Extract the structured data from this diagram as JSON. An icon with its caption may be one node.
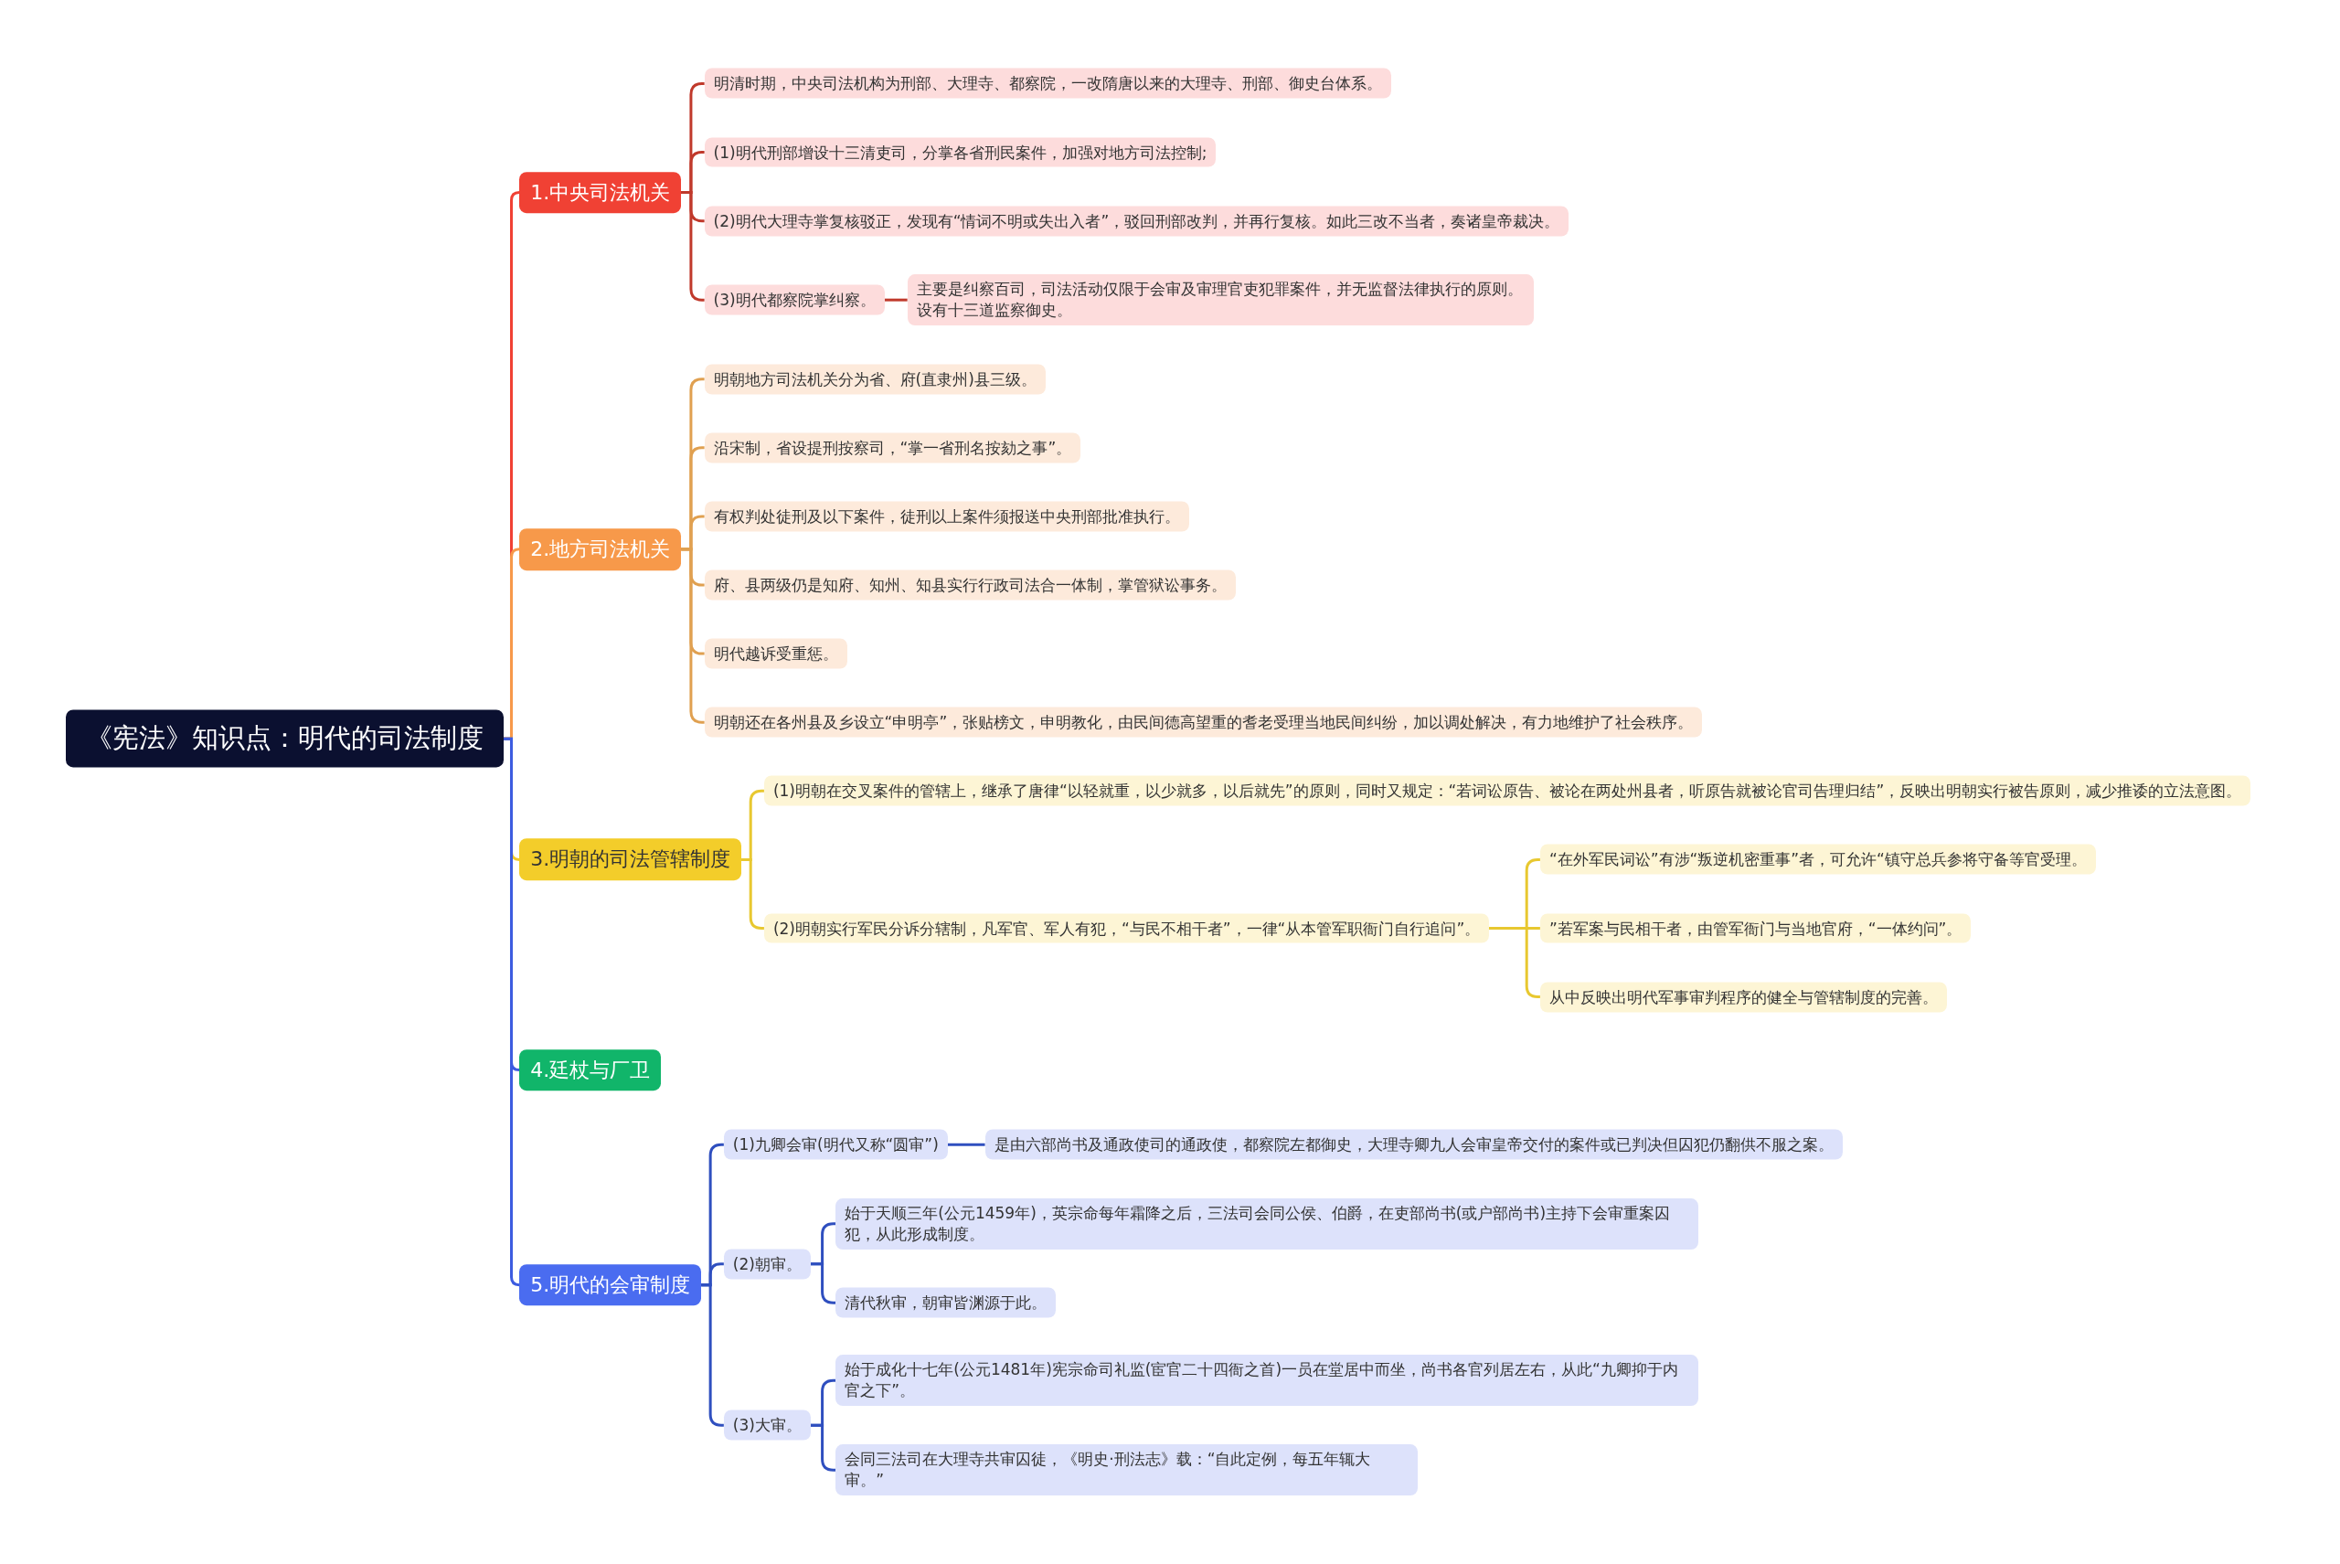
{
  "diagram": {
    "nodes": [
      {
        "text": [
          "《宪法》知识点：明代的司法制度"
        ]
      },
      {
        "text": [
          "1.中央司法机关"
        ]
      },
      {
        "text": [
          "明清时期，中央司法机构为刑部、大理寺、都察院，一改隋唐以来的大理寺、刑部、御史台体系。"
        ]
      },
      {
        "text": [
          "(1)明代刑部增设十三清吏司，分掌各省刑民案件，加强对地方司法控制;"
        ]
      },
      {
        "text": [
          "(2)明代大理寺掌复核驳正，发现有“情词不明或失出入者”，驳回刑部改判，并再行复核。如此三改不当者，奏诸皇帝裁决。"
        ]
      },
      {
        "text": [
          "(3)明代都察院掌纠察。"
        ]
      },
      {
        "text": [
          "主要是纠察百司，司法活动仅限于会审及审理官吏犯罪案件，并无监督法律执行的原则。设有十三道监察御史。"
        ]
      },
      {
        "text": [
          "2.地方司法机关"
        ]
      },
      {
        "text": [
          "明朝地方司法机关分为省、府(直隶州)县三级。"
        ]
      },
      {
        "text": [
          "沿宋制，省设提刑按察司，“掌一省刑名按劾之事”。"
        ]
      },
      {
        "text": [
          "有权判处徒刑及以下案件，徒刑以上案件须报送中央刑部批准执行。"
        ]
      },
      {
        "text": [
          "府、县两级仍是知府、知州、知县实行行政司法合一体制，掌管狱讼事务。"
        ]
      },
      {
        "text": [
          "明代越诉受重惩。"
        ]
      },
      {
        "text": [
          "明朝还在各州县及乡设立“申明亭”，张贴榜文，申明教化，由民间德高望重的耆老受理当地民间纠纷，加以调处解决，有力地维护了社会秩序。"
        ]
      },
      {
        "text": [
          "3.明朝的司法管辖制度"
        ]
      },
      {
        "text": [
          "(1)明朝在交叉案件的管辖上，继承了唐律“以轻就重，以少就多，以后就先”的原则，同时又规定：“若词讼原告、被论在两处州县者，听原告就被论官司告理归结”，反映出明朝实行被告原则，减少推诿的立法意图。"
        ]
      },
      {
        "text": [
          "(2)明朝实行军民分诉分辖制，凡军官、军人有犯，“与民不相干者”，一律“从本管军职衙门自行追问”。"
        ]
      },
      {
        "text": [
          "“在外军民词讼”有涉“叛逆机密重事”者，可允许“镇守总兵参将守备等官受理。"
        ]
      },
      {
        "text": [
          "”若军案与民相干者，由管军衙门与当地官府，“一体约问”。"
        ]
      },
      {
        "text": [
          "从中反映出明代军事审判程序的健全与管辖制度的完善。"
        ]
      },
      {
        "text": [
          "4.廷杖与厂卫"
        ]
      },
      {
        "text": [
          "5.明代的会审制度"
        ]
      },
      {
        "text": [
          "(1)九卿会审(明代又称“圆审”)"
        ]
      },
      {
        "text": [
          "是由六部尚书及通政使司的通政使，都察院左都御史，大理寺卿九人会审皇帝交付的案件或已判决但囚犯仍翻供不服之案。"
        ]
      },
      {
        "text": [
          "(2)朝审。"
        ]
      },
      {
        "text": [
          "始于天顺三年(公元1459年)，英宗命每年霜降之后，三法司会同公侯、伯爵，在吏部尚书(或户部尚书)主持下会审重案囚犯，从此形成制度。"
        ]
      },
      {
        "text": [
          "清代秋审，朝审皆渊源于此。"
        ]
      },
      {
        "text": [
          "(3)大审。"
        ]
      },
      {
        "text": [
          "始于成化十七年(公元1481年)宪宗命司礼监(宦官二十四衙之首)一员在堂居中而坐，尚书各官列居左右，从此“九卿抑于内官之下”。"
        ]
      },
      {
        "text": [
          "会同三法司在大理寺共审囚徒，《明史·刑法志》载：“自此定例，每五年辄大审。”"
        ]
      }
    ],
    "edges": [
      {
        "from": 0,
        "to": 1,
        "arrow": "none",
        "color": "#f04134"
      },
      {
        "from": 0,
        "to": 7,
        "arrow": "none",
        "color": "#f7994a"
      },
      {
        "from": 0,
        "to": 14,
        "arrow": "none",
        "color": "#f0c92a"
      },
      {
        "from": 0,
        "to": 20,
        "arrow": "none",
        "color": "#3d5ce0"
      },
      {
        "from": 0,
        "to": 21,
        "arrow": "none",
        "color": "#3d5ce0"
      },
      {
        "from": 1,
        "to": 2,
        "arrow": "none",
        "color": "#c0392b"
      },
      {
        "from": 1,
        "to": 3,
        "arrow": "none",
        "color": "#c0392b"
      },
      {
        "from": 1,
        "to": 4,
        "arrow": "none",
        "color": "#c0392b"
      },
      {
        "from": 1,
        "to": 5,
        "arrow": "none",
        "color": "#c0392b"
      },
      {
        "from": 5,
        "to": 6,
        "arrow": "none",
        "color": "#c0392b"
      },
      {
        "from": 7,
        "to": 8,
        "arrow": "none",
        "color": "#e0a050"
      },
      {
        "from": 7,
        "to": 9,
        "arrow": "none",
        "color": "#e0a050"
      },
      {
        "from": 7,
        "to": 10,
        "arrow": "none",
        "color": "#e0a050"
      },
      {
        "from": 7,
        "to": 11,
        "arrow": "none",
        "color": "#e0a050"
      },
      {
        "from": 7,
        "to": 12,
        "arrow": "none",
        "color": "#e0a050"
      },
      {
        "from": 7,
        "to": 13,
        "arrow": "none",
        "color": "#e0a050"
      },
      {
        "from": 14,
        "to": 15,
        "arrow": "none",
        "color": "#e8c830"
      },
      {
        "from": 14,
        "to": 16,
        "arrow": "none",
        "color": "#e8c830"
      },
      {
        "from": 16,
        "to": 17,
        "arrow": "none",
        "color": "#e8c830"
      },
      {
        "from": 16,
        "to": 18,
        "arrow": "none",
        "color": "#e8c830"
      },
      {
        "from": 16,
        "to": 19,
        "arrow": "none",
        "color": "#e8c830"
      },
      {
        "from": 21,
        "to": 22,
        "arrow": "none",
        "color": "#2f4fbf"
      },
      {
        "from": 22,
        "to": 23,
        "arrow": "none",
        "color": "#2f4fbf"
      },
      {
        "from": 21,
        "to": 24,
        "arrow": "none",
        "color": "#2f4fbf"
      },
      {
        "from": 24,
        "to": 25,
        "arrow": "none",
        "color": "#2f4fbf"
      },
      {
        "from": 24,
        "to": 26,
        "arrow": "none",
        "color": "#2f4fbf"
      },
      {
        "from": 21,
        "to": 27,
        "arrow": "none",
        "color": "#2f4fbf"
      },
      {
        "from": 27,
        "to": 28,
        "arrow": "none",
        "color": "#2f4fbf"
      },
      {
        "from": 27,
        "to": 29,
        "arrow": "none",
        "color": "#2f4fbf"
      }
    ]
  }
}
